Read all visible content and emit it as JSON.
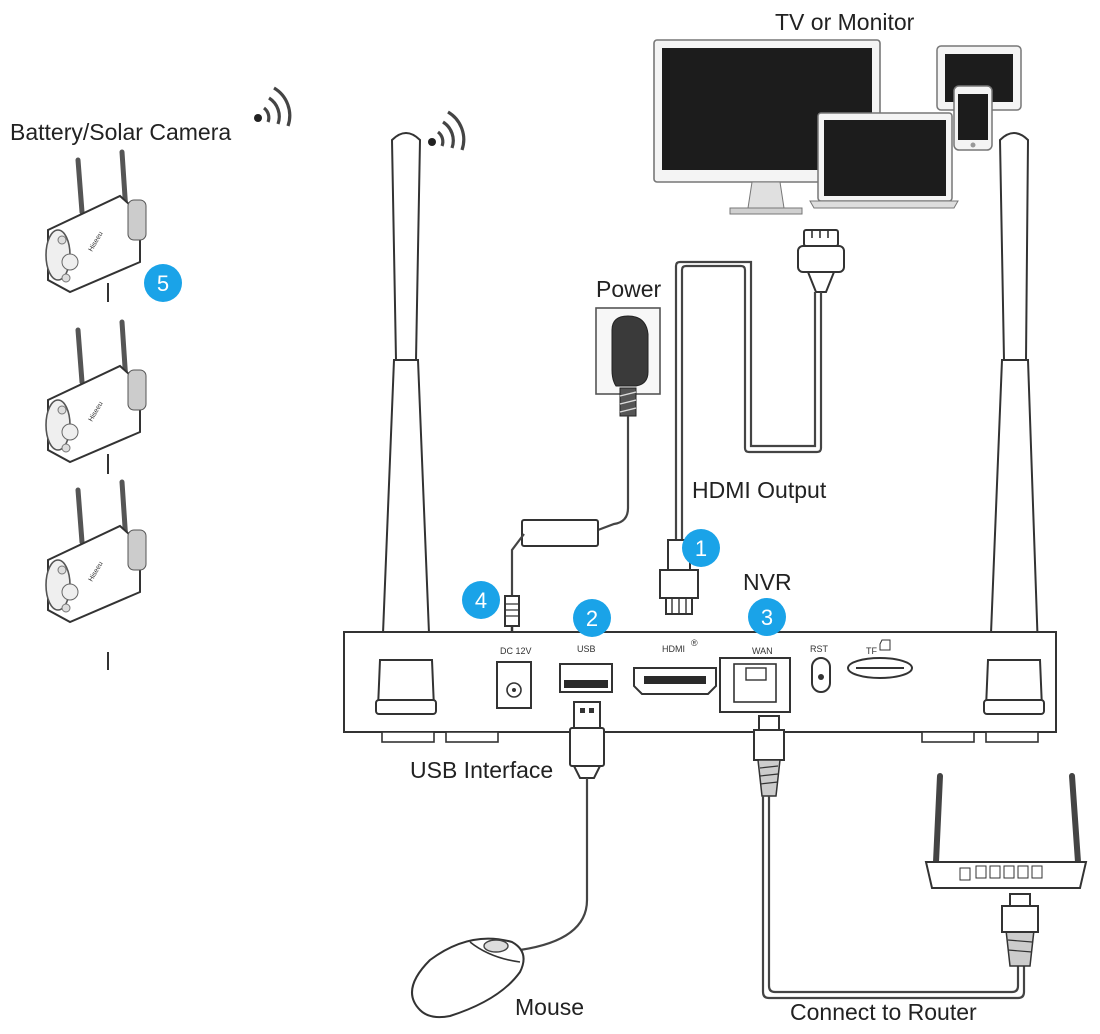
{
  "labels": {
    "tv_or_monitor": "TV or Monitor",
    "battery_solar_camera": "Battery/Solar Camera",
    "power": "Power",
    "hdmi_output": "HDMI Output",
    "nvr": "NVR",
    "usb_interface": "USB Interface",
    "mouse": "Mouse",
    "connect_to_router": "Connect to Router"
  },
  "ports": {
    "dc12v": "DC 12V",
    "usb": "USB",
    "hdmi": "HDMI",
    "hdmi_mark": "®",
    "wan": "WAN",
    "rst": "RST",
    "tf": "TF"
  },
  "badges": {
    "b1": "1",
    "b2": "2",
    "b3": "3",
    "b4": "4",
    "b5": "5"
  },
  "colors": {
    "badge": "#1aa3e8",
    "line": "#333333",
    "screen": "#1c1c1c"
  },
  "icons": [
    "wifi-icon",
    "wifi-icon",
    "camera-icon",
    "monitor-icon",
    "laptop-icon",
    "tablet-icon",
    "phone-icon",
    "power-adapter-icon",
    "hdmi-plug-icon",
    "ethernet-plug-icon",
    "usb-plug-icon",
    "mouse-icon",
    "router-icon",
    "antenna-icon"
  ]
}
